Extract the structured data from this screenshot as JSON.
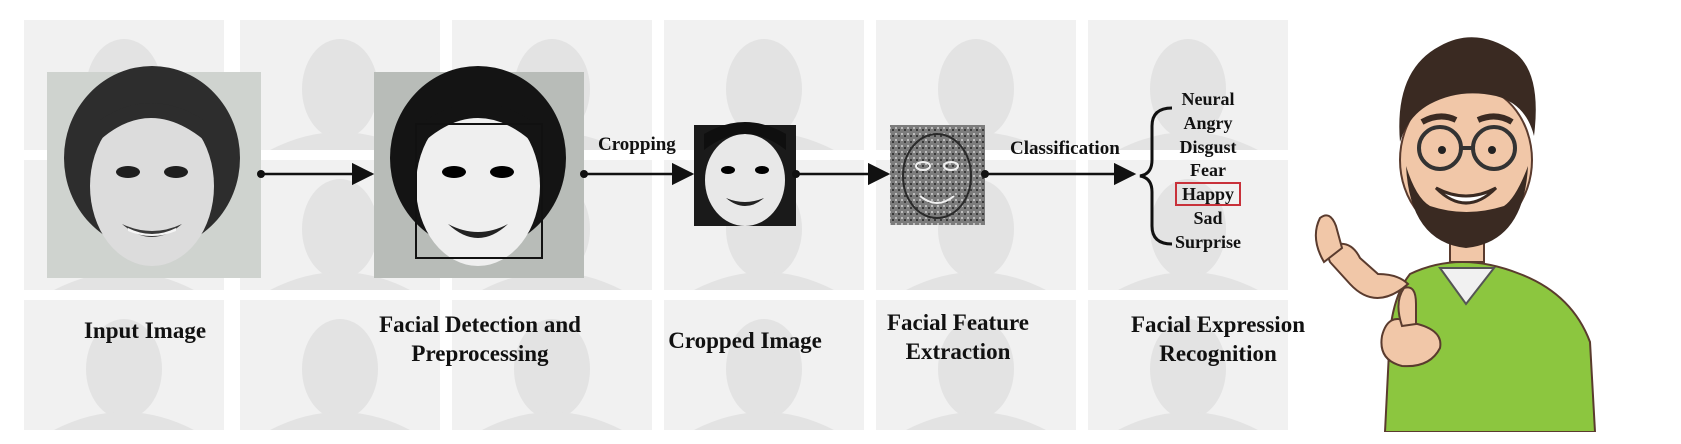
{
  "stages": [
    {
      "caption": [
        "Input Image"
      ]
    },
    {
      "caption": [
        "Facial Detection and",
        "Preprocessing"
      ]
    },
    {
      "caption": [
        "Cropped Image"
      ]
    },
    {
      "caption": [
        "Facial Feature",
        "Extraction"
      ]
    },
    {
      "caption": [
        "Facial Expression",
        "Recognition"
      ]
    }
  ],
  "edges": {
    "cropping_label": "Cropping",
    "classification_label": "Classification"
  },
  "classes": {
    "items": [
      "Neural",
      "Angry",
      "Disgust",
      "Fear",
      "Happy",
      "Sad",
      "Surprise"
    ],
    "selected": "Happy",
    "highlight_color": "#c8313a"
  },
  "colors": {
    "shirt": "#8cc63f",
    "skin": "#f1c7a8",
    "hair": "#3a2a22",
    "background_faces": "#e3e3e3"
  }
}
